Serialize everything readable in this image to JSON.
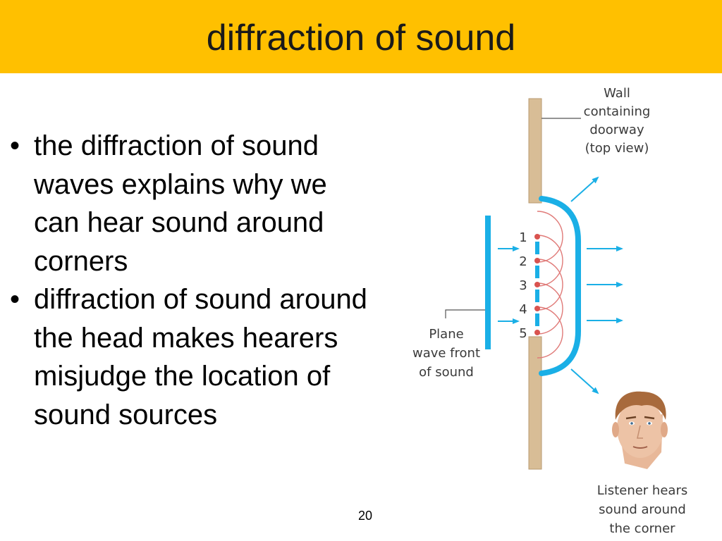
{
  "slide": {
    "title": "diffraction of sound",
    "page_number": "20"
  },
  "bullets": [
    {
      "marker": "•",
      "text": "the diffraction of sound waves explains why we can hear sound around corners"
    },
    {
      "marker": "•",
      "text": "diffraction of sound around the head makes hearers misjudge the location of sound sources"
    }
  ],
  "diagram": {
    "wall_label": [
      "Wall",
      "containing",
      "doorway",
      "(top view)"
    ],
    "plane_label": [
      "Plane",
      "wave front",
      "of sound"
    ],
    "listener_label": [
      "Listener hears",
      "sound around",
      "the corner"
    ],
    "source_numbers": [
      "1",
      "2",
      "3",
      "4",
      "5"
    ],
    "colors": {
      "header": "#FFC000",
      "wall": "#D8BD96",
      "wave": "#1AAFE6",
      "source_dot": "#D9534F",
      "arc": "#E07A78"
    }
  }
}
